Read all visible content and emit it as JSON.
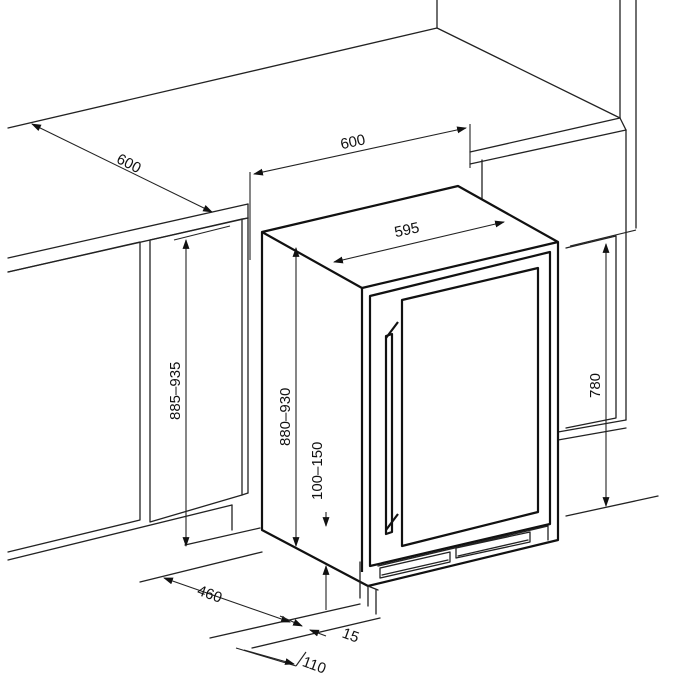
{
  "diagram": {
    "dimensions": {
      "counter_depth": "600",
      "niche_width": "600",
      "appliance_width": "595",
      "cabinet_height": "885–935",
      "appliance_height": "880–930",
      "base_height": "100–150",
      "height_right": "780",
      "appliance_depth": "460",
      "offset_small": "15",
      "offset_plinth": "110"
    }
  }
}
